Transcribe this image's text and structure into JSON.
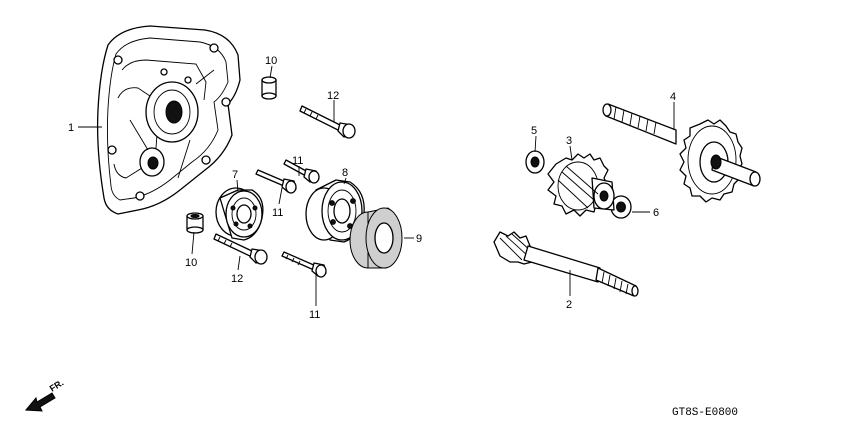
{
  "diagram": {
    "callouts": {
      "c1": "1",
      "c2": "2",
      "c3": "3",
      "c4": "4",
      "c5": "5",
      "c6": "6",
      "c7": "7",
      "c8": "8",
      "c9": "9",
      "c10a": "10",
      "c10b": "10",
      "c11a": "11",
      "c11b": "11",
      "c11c": "11",
      "c12a": "12",
      "c12b": "12"
    },
    "direction_label": "FR.",
    "drawing_code": "GT8S-E0800"
  }
}
